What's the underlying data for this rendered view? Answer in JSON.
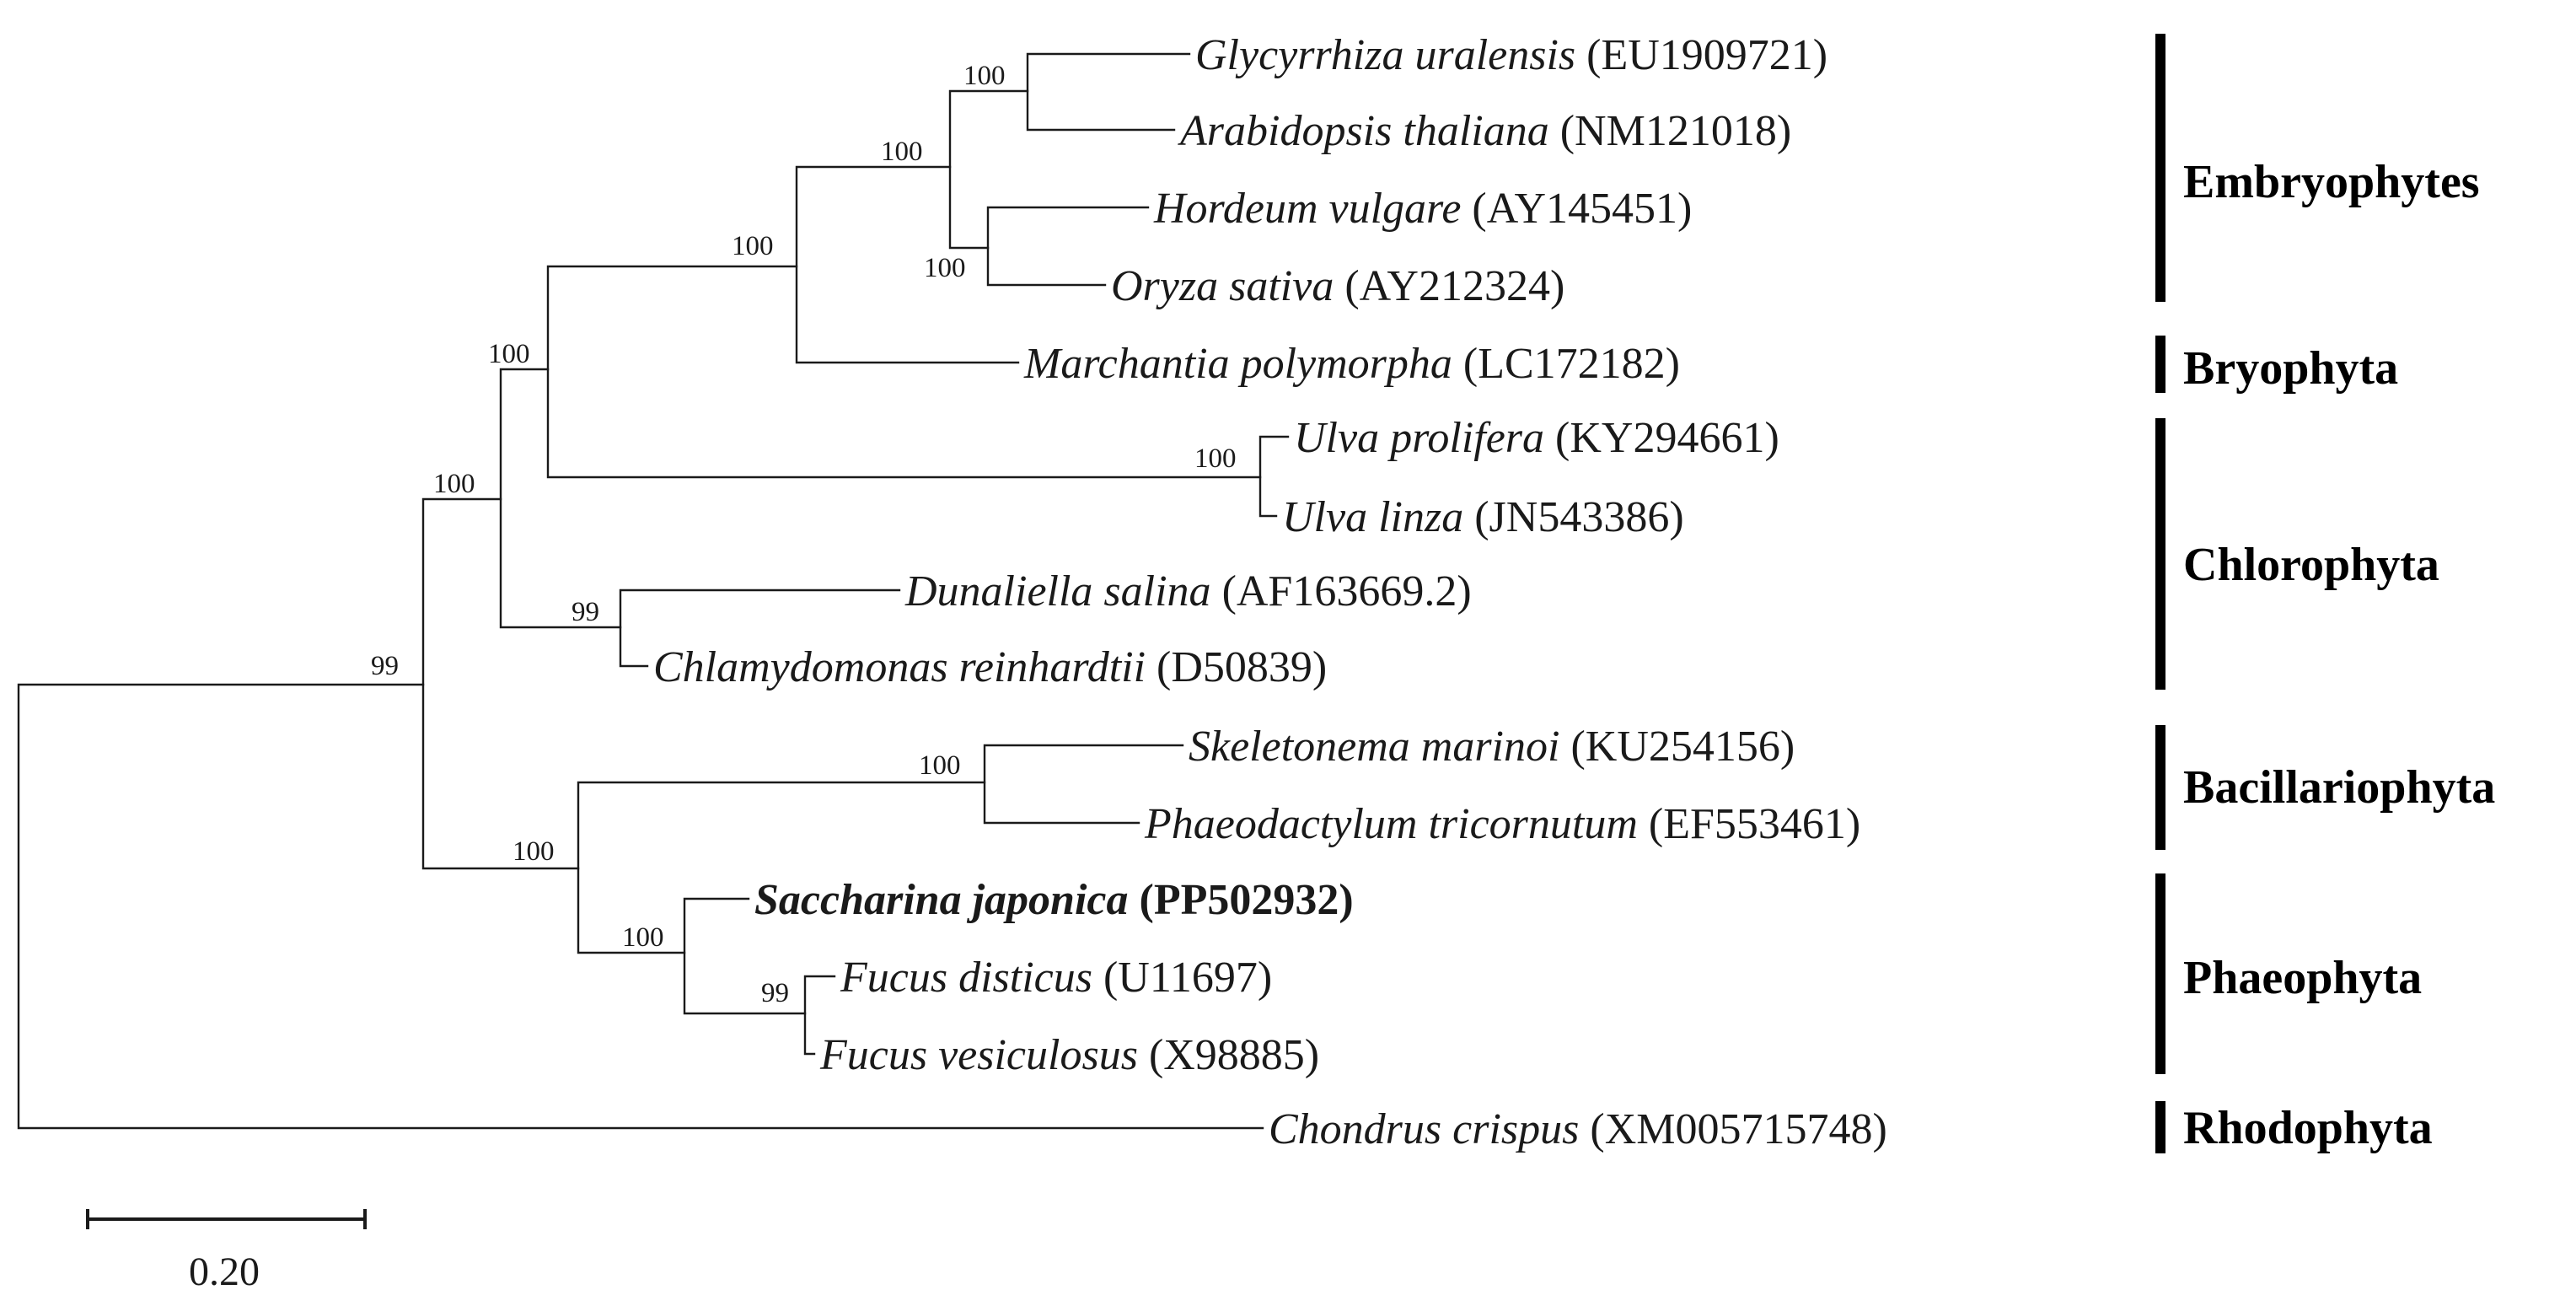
{
  "taxa": [
    {
      "species": "Glycyrrhiza uralensis",
      "accession": "(EU1909721)",
      "bold": false
    },
    {
      "species": "Arabidopsis thaliana",
      "accession": "(NM121018)",
      "bold": false
    },
    {
      "species": "Hordeum vulgare",
      "accession": "(AY145451)",
      "bold": false
    },
    {
      "species": "Oryza sativa",
      "accession": "(AY212324)",
      "bold": false
    },
    {
      "species": "Marchantia polymorpha",
      "accession": "(LC172182)",
      "bold": false
    },
    {
      "species": "Ulva prolifera",
      "accession": "(KY294661)",
      "bold": false
    },
    {
      "species": "Ulva linza",
      "accession": "(JN543386)",
      "bold": false
    },
    {
      "species": "Dunaliella salina",
      "accession": "(AF163669.2)",
      "bold": false
    },
    {
      "species": "Chlamydomonas reinhardtii",
      "accession": "(D50839)",
      "bold": false
    },
    {
      "species": "Skeletonema marinoi",
      "accession": "(KU254156)",
      "bold": false
    },
    {
      "species": "Phaeodactylum tricornutum",
      "accession": "(EF553461)",
      "bold": false
    },
    {
      "species": "Saccharina japonica",
      "accession": "(PP502932)",
      "bold": true
    },
    {
      "species": "Fucus disticus",
      "accession": "(U11697)",
      "bold": false
    },
    {
      "species": "Fucus vesiculosus",
      "accession": "(X98885)",
      "bold": false
    },
    {
      "species": "Chondrus crispus",
      "accession": "(XM005715748)",
      "bold": false
    }
  ],
  "support_values": [
    "100",
    "100",
    "100",
    "100",
    "100",
    "100",
    "100",
    "99",
    "99",
    "100",
    "100",
    "100",
    "99"
  ],
  "clades": [
    "Embryophytes",
    "Bryophyta",
    "Chlorophyta",
    "Bacillariophyta",
    "Phaeophyta",
    "Rhodophyta"
  ],
  "scale_bar": {
    "label": "0.20"
  }
}
